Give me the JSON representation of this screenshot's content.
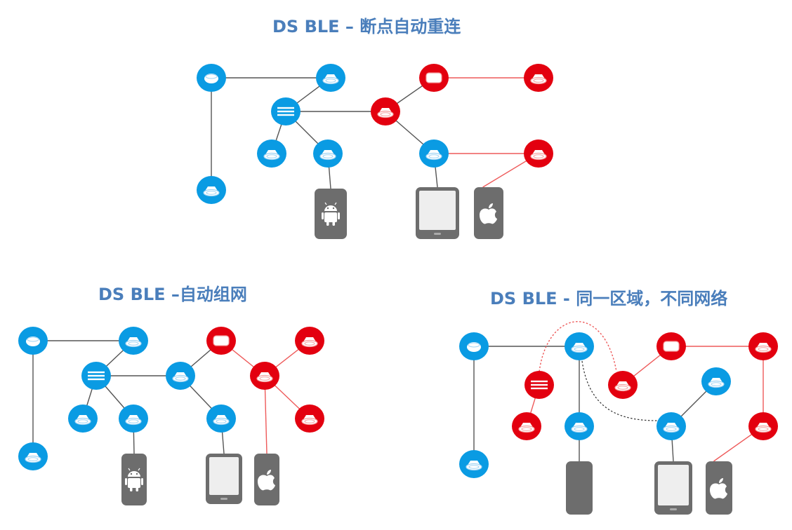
{
  "colors": {
    "blue_node": "#0a9be3",
    "red_node": "#e3000f",
    "gray_link": "#555555",
    "red_link": "#ee5a5a",
    "device": "#6d6d6d",
    "title": "#4a7ebb"
  },
  "diagrams": [
    {
      "title": "DS BLE – 断点自动重连",
      "nodes": [
        {
          "id": "a1",
          "color": "blue",
          "icon": "ring-light-icon"
        },
        {
          "id": "a2",
          "color": "blue",
          "icon": "bulb-icon"
        },
        {
          "id": "a3",
          "color": "blue",
          "icon": "gateway-icon"
        },
        {
          "id": "a4",
          "color": "red",
          "icon": "bulb-icon"
        },
        {
          "id": "a5",
          "color": "red",
          "icon": "panel-light-icon"
        },
        {
          "id": "a6",
          "color": "red",
          "icon": "bulb-icon"
        },
        {
          "id": "a7",
          "color": "blue",
          "icon": "bulb-icon"
        },
        {
          "id": "a8",
          "color": "blue",
          "icon": "bulb-icon"
        },
        {
          "id": "a9",
          "color": "blue",
          "icon": "bulb-icon"
        },
        {
          "id": "a10",
          "color": "red",
          "icon": "bulb-icon"
        },
        {
          "id": "a11",
          "color": "blue",
          "icon": "bulb-icon"
        }
      ],
      "devices": [
        {
          "id": "d1",
          "type": "android-phone-icon"
        },
        {
          "id": "d2",
          "type": "tablet-icon"
        },
        {
          "id": "d3",
          "type": "apple-phone-icon"
        }
      ]
    },
    {
      "title": "DS BLE –自动组网",
      "nodes": [
        {
          "id": "b1",
          "color": "blue",
          "icon": "ring-light-icon"
        },
        {
          "id": "b2",
          "color": "blue",
          "icon": "bulb-icon"
        },
        {
          "id": "b3",
          "color": "blue",
          "icon": "gateway-icon"
        },
        {
          "id": "b4",
          "color": "blue",
          "icon": "bulb-icon"
        },
        {
          "id": "b5",
          "color": "red",
          "icon": "panel-light-icon"
        },
        {
          "id": "b6",
          "color": "red",
          "icon": "bulb-icon"
        },
        {
          "id": "b7",
          "color": "red",
          "icon": "bulb-icon"
        },
        {
          "id": "b8",
          "color": "blue",
          "icon": "bulb-icon"
        },
        {
          "id": "b9",
          "color": "blue",
          "icon": "bulb-icon"
        },
        {
          "id": "b10",
          "color": "blue",
          "icon": "bulb-icon"
        },
        {
          "id": "b11",
          "color": "red",
          "icon": "bulb-icon"
        },
        {
          "id": "b12",
          "color": "blue",
          "icon": "bulb-icon"
        }
      ],
      "devices": [
        {
          "id": "e1",
          "type": "android-phone-icon"
        },
        {
          "id": "e2",
          "type": "tablet-icon"
        },
        {
          "id": "e3",
          "type": "apple-phone-icon"
        }
      ]
    },
    {
      "title": "DS BLE - 同一区域，不同网络",
      "nodes": [
        {
          "id": "c1",
          "color": "blue",
          "icon": "ring-light-icon"
        },
        {
          "id": "c2",
          "color": "blue",
          "icon": "bulb-icon"
        },
        {
          "id": "c3",
          "color": "red",
          "icon": "panel-light-icon"
        },
        {
          "id": "c4",
          "color": "red",
          "icon": "bulb-icon"
        },
        {
          "id": "c5",
          "color": "red",
          "icon": "gateway-icon"
        },
        {
          "id": "c6",
          "color": "red",
          "icon": "bulb-icon"
        },
        {
          "id": "c7",
          "color": "blue",
          "icon": "bulb-icon"
        },
        {
          "id": "c8",
          "color": "red",
          "icon": "bulb-icon"
        },
        {
          "id": "c9",
          "color": "blue",
          "icon": "bulb-icon"
        },
        {
          "id": "c10",
          "color": "blue",
          "icon": "bulb-icon"
        },
        {
          "id": "c11",
          "color": "red",
          "icon": "bulb-icon"
        },
        {
          "id": "c12",
          "color": "blue",
          "icon": "bulb-icon"
        }
      ],
      "devices": [
        {
          "id": "f1",
          "type": "blank-phone-icon"
        },
        {
          "id": "f2",
          "type": "tablet-icon"
        },
        {
          "id": "f3",
          "type": "apple-phone-icon"
        }
      ]
    }
  ]
}
